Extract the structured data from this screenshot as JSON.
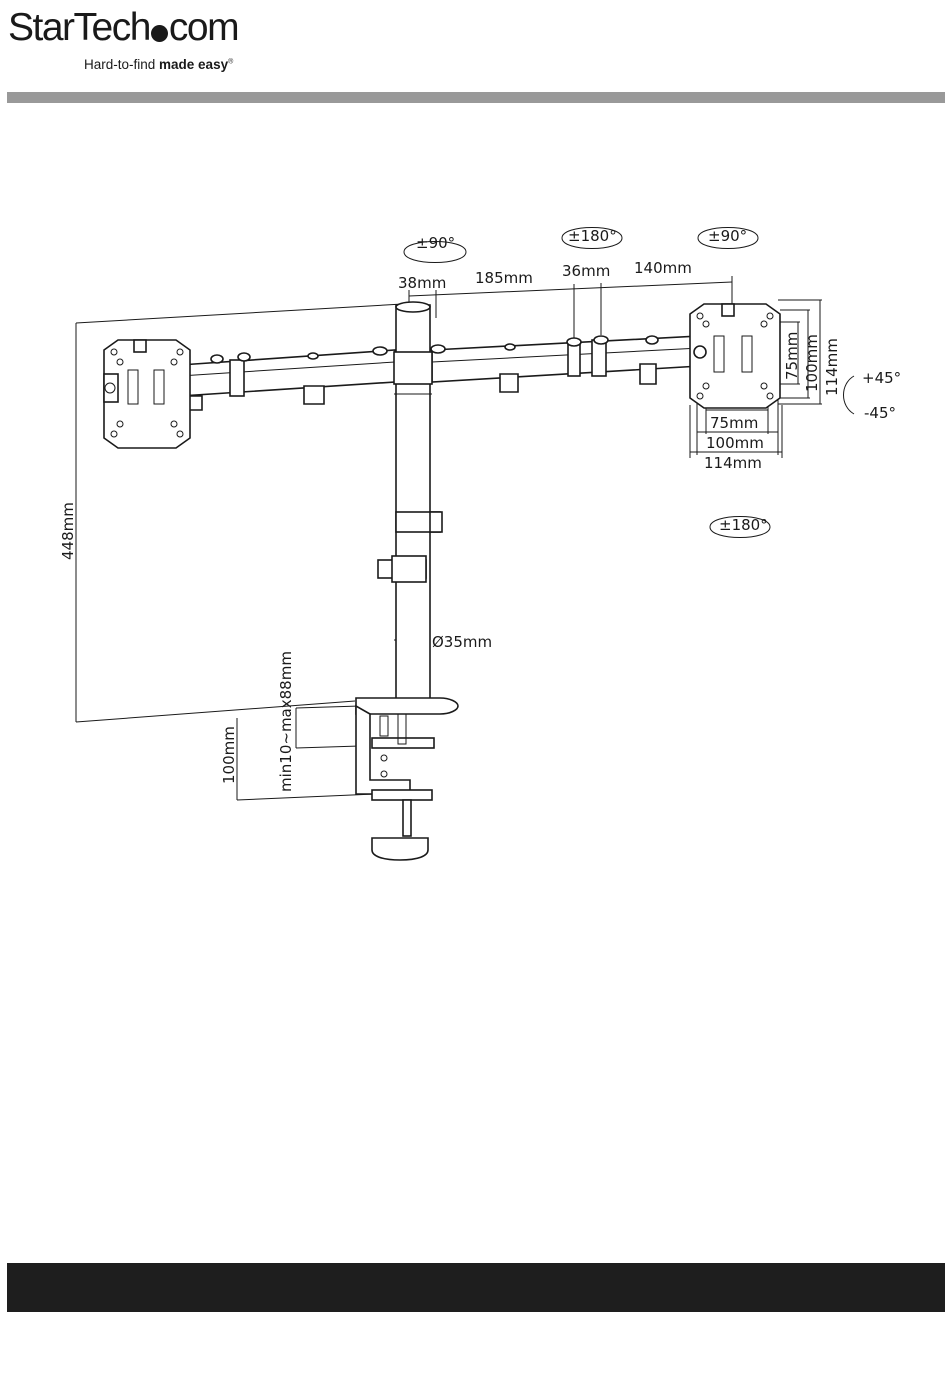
{
  "brand": {
    "name_part1": "StarTech",
    "name_part2": "com",
    "tagline_regular": "Hard-to-find ",
    "tagline_bold": "made easy",
    "tagline_mark": "®"
  },
  "diagram": {
    "rotations": {
      "left_arm_swivel": "±90°",
      "mid_arm_swivel": "±180°",
      "right_arm_swivel": "±90°",
      "head_rotation": "±180°",
      "tilt_up": "+45°",
      "tilt_down": "-45°"
    },
    "dimensions": {
      "pole_to_arm": "38mm",
      "arm_segment_1": "185mm",
      "joint_spacing": "36mm",
      "arm_segment_2": "140mm",
      "vesa_75_vertical": "75mm",
      "vesa_100_vertical": "100mm",
      "plate_height": "114mm",
      "vesa_75_horizontal": "75mm",
      "vesa_100_horizontal": "100mm",
      "plate_width": "114mm",
      "total_height": "448mm",
      "pole_diameter": "Ø35mm",
      "clamp_range": "min10~max88mm",
      "clamp_depth": "100mm"
    }
  },
  "colors": {
    "rule": "#999999",
    "footer": "#1e1e1e",
    "ink": "#1a1a1a"
  }
}
